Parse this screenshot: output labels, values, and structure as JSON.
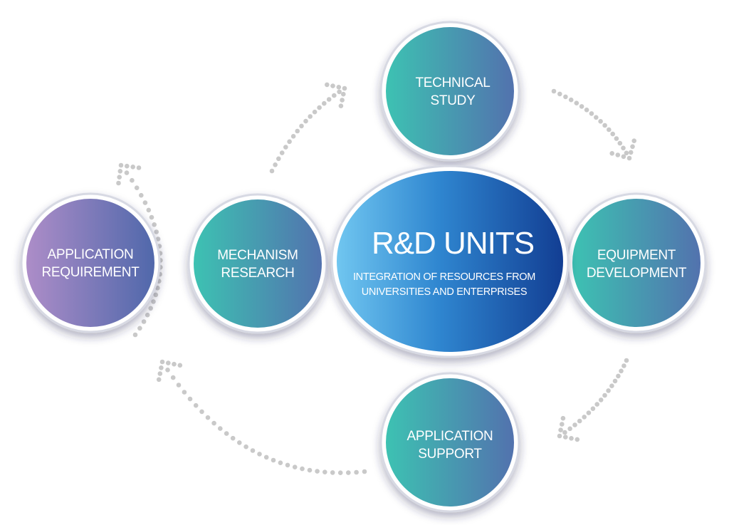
{
  "diagram": {
    "center": {
      "title": "R&D UNITS",
      "subtitle_line1": "INTEGRATION OF RESOURCES FROM",
      "subtitle_line2": "UNIVERSITIES AND ENTERPRISES"
    },
    "nodes": {
      "technical_study": {
        "line1": "TECHNICAL",
        "line2": "STUDY"
      },
      "application_requirement": {
        "line1": "APPLICATION",
        "line2": "REQUIREMENT"
      },
      "mechanism_research": {
        "line1": "MECHANISM",
        "line2": "RESEARCH"
      },
      "equipment_development": {
        "line1": "EQUIPMENT",
        "line2": "DEVELOPMENT"
      },
      "application_support": {
        "line1": "APPLICATION",
        "line2": "SUPPORT"
      }
    },
    "colors": {
      "teal": "#3dbdb4",
      "steel_blue": "#4f73ae",
      "lavender": "#a98bc6",
      "center_light": "#6cc0ee",
      "center_dark": "#123f95",
      "dots": "#c9c9c9",
      "ring": "#d9dbe4"
    }
  }
}
